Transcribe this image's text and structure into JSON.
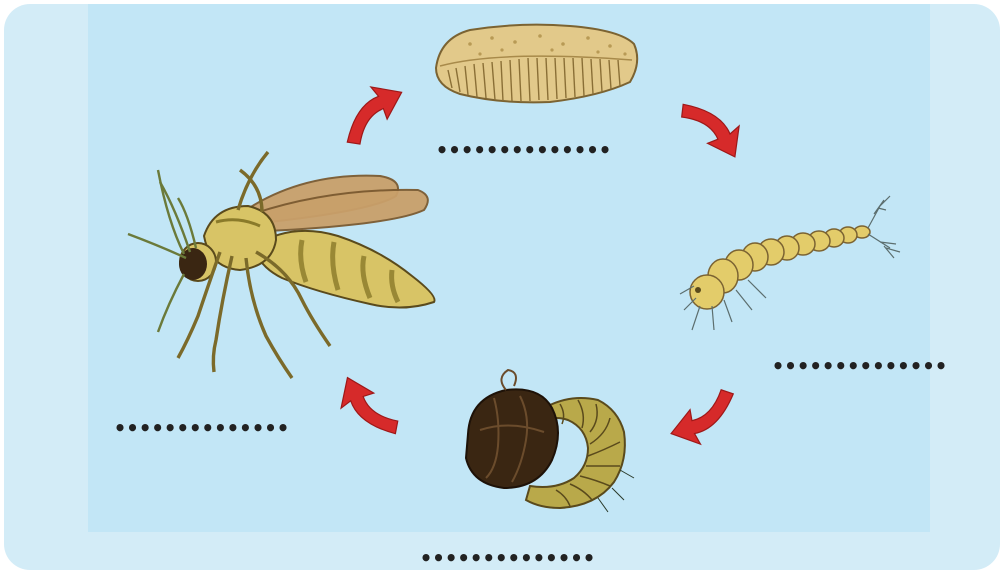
{
  "diagram": {
    "stages": [
      {
        "id": "egg",
        "icon": "egg-raft-icon",
        "answer_blank": "••••••••••••••"
      },
      {
        "id": "larva",
        "icon": "larva-icon",
        "answer_blank": "••••••••••••••"
      },
      {
        "id": "pupa",
        "icon": "pupa-icon",
        "answer_blank": "••••••••••••••"
      },
      {
        "id": "adult",
        "icon": "adult-mosquito-icon",
        "answer_blank": "••••••••••••••"
      }
    ],
    "arrows": [
      "adult-to-egg",
      "egg-to-larva",
      "larva-to-pupa",
      "pupa-to-adult"
    ],
    "colors": {
      "background": "#c2e6f6",
      "frame": "#d3ecf7",
      "arrow": "#d62a2a",
      "insect_body": "#d8c466",
      "insect_outline": "#5a4a1c",
      "wing": "#c9a06a",
      "pupa_head": "#3a2612",
      "egg": "#e2c98a"
    }
  }
}
